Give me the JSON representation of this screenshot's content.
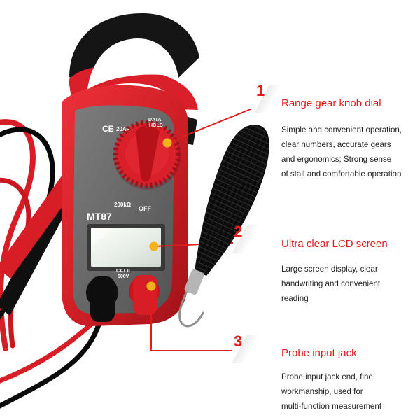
{
  "device": {
    "model": "MT87",
    "ce_mark": "CE",
    "current_range": "20A~",
    "data_hold": [
      "DATA",
      "HOLD"
    ],
    "resistance_setting": "200kΩ",
    "off_setting": "OFF",
    "cat_rating": [
      "CAT II",
      "600V"
    ]
  },
  "features": [
    {
      "number": "1",
      "title": "Range gear knob dial",
      "description": [
        "Simple and convenient operation,",
        "clear numbers, accurate gears",
        "and ergonomics; Strong sense",
        "of stall and comfortable operation"
      ]
    },
    {
      "number": "2",
      "title": "Ultra clear LCD screen",
      "description": [
        "Large screen display, clear",
        "handwriting and convenient",
        "reading"
      ]
    },
    {
      "number": "3",
      "title": "Probe input jack",
      "description": [
        "Probe input jack end, fine",
        "workmanship, used for",
        "multi-function measurement"
      ]
    }
  ],
  "colors": {
    "accent_red": "#e31b1b",
    "marker_yellow": "#f4b31c",
    "device_red": "#d9202a",
    "device_gray": "#707070",
    "lead_black": "#0b0b0b"
  },
  "icons": {
    "callout_marker": "yellow-dot",
    "strap": "wrist-strap"
  }
}
